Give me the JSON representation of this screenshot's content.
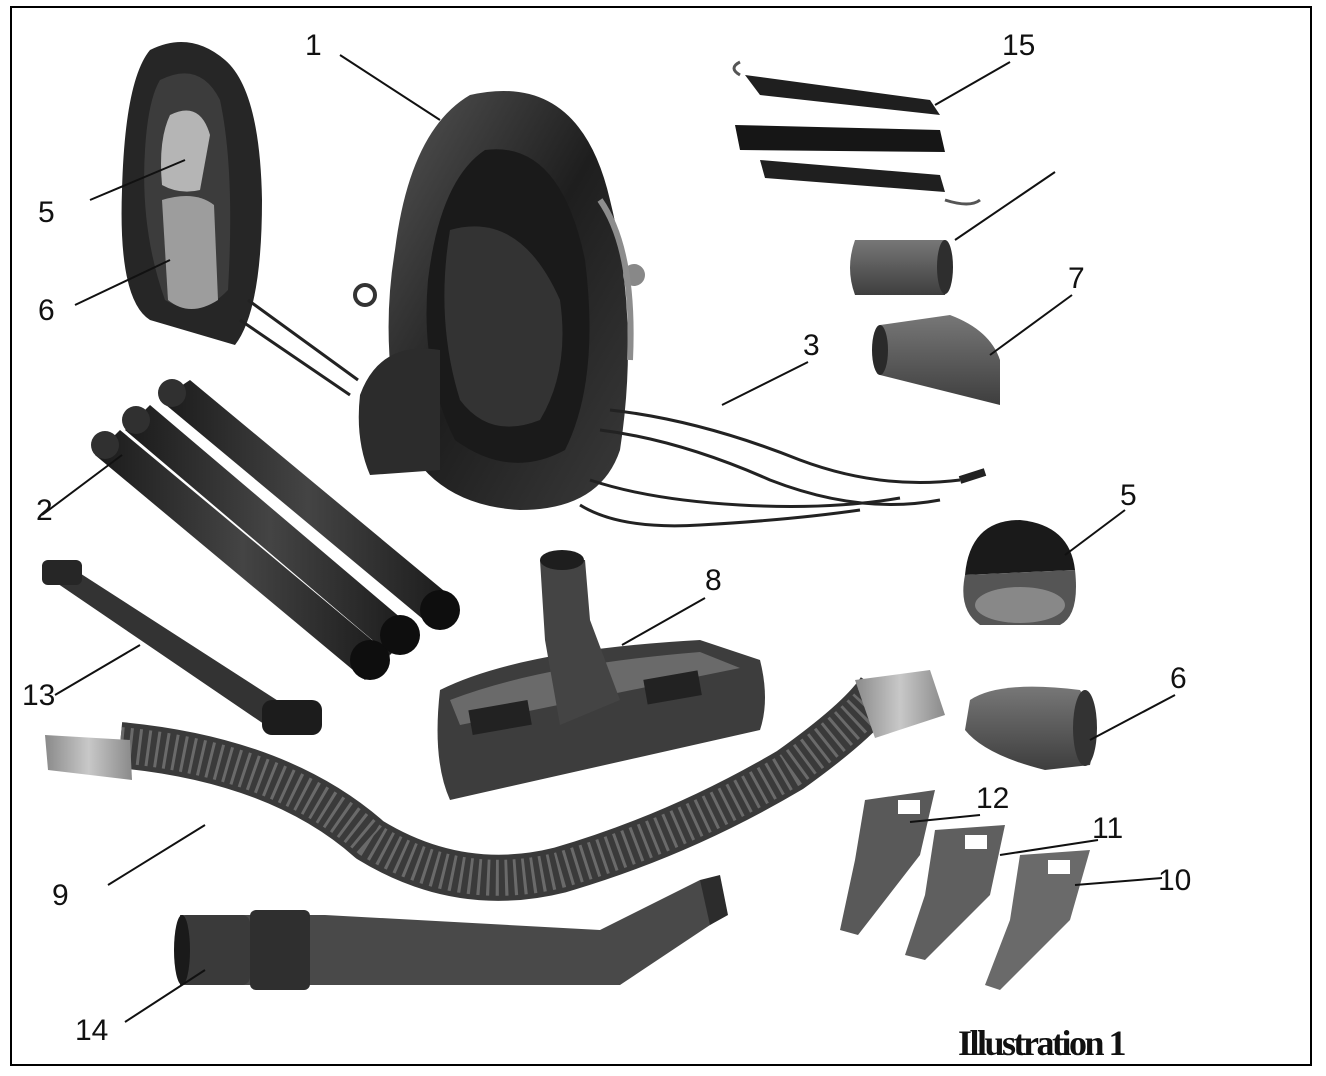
{
  "caption": "Illustration 1",
  "callouts": [
    {
      "id": "c1",
      "label": "1"
    },
    {
      "id": "c15",
      "label": "15"
    },
    {
      "id": "c5a",
      "label": "5"
    },
    {
      "id": "c6a",
      "label": "6"
    },
    {
      "id": "c3",
      "label": "3"
    },
    {
      "id": "c7",
      "label": "7"
    },
    {
      "id": "c2",
      "label": "2"
    },
    {
      "id": "c5b",
      "label": "5"
    },
    {
      "id": "c8",
      "label": "8"
    },
    {
      "id": "c13",
      "label": "13"
    },
    {
      "id": "c6b",
      "label": "6"
    },
    {
      "id": "c12",
      "label": "12"
    },
    {
      "id": "c11",
      "label": "11"
    },
    {
      "id": "c10",
      "label": "10"
    },
    {
      "id": "c9",
      "label": "9"
    },
    {
      "id": "c14",
      "label": "14"
    }
  ],
  "colors": {
    "dark": "#2a2a2a",
    "mid": "#5c5c5c",
    "light": "#9a9a9a",
    "lighter": "#c4c4c4"
  }
}
